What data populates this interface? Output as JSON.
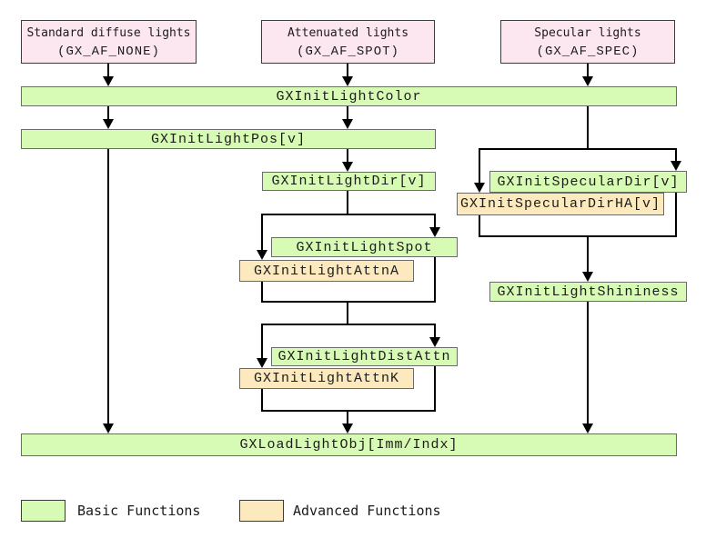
{
  "colors": {
    "basic_fill": "#d7fbb5",
    "advanced_fill": "#fce9bd",
    "source_fill": "#fce7f1",
    "line": "#000000",
    "node_border": "#6b6b6b",
    "source_border": "#3c3c3c",
    "text": "#1c1c1c"
  },
  "sources": [
    {
      "title": "Standard diffuse lights",
      "subtitle": "(GX_AF_NONE)"
    },
    {
      "title": "Attenuated lights",
      "subtitle": "(GX_AF_SPOT)"
    },
    {
      "title": "Specular lights",
      "subtitle": "(GX_AF_SPEC)"
    }
  ],
  "nodes": {
    "init_light_color": "GXInitLightColor",
    "init_light_pos": "GXInitLightPos[v]",
    "init_light_dir": "GXInitLightDir[v]",
    "init_specular_dir": "GXInitSpecularDir[v]",
    "init_specular_dir_ha": "GXInitSpecularDirHA[v]",
    "init_light_spot": "GXInitLightSpot",
    "init_light_attn_a": "GXInitLightAttnA",
    "init_light_shininess": "GXInitLightShininess",
    "init_light_dist_attn": "GXInitLightDistAttn",
    "init_light_attn_k": "GXInitLightAttnK",
    "load_light_obj": "GXLoadLightObj[Imm/Indx]"
  },
  "legend": [
    {
      "label": "Basic Functions",
      "type": "basic"
    },
    {
      "label": "Advanced Functions",
      "type": "advanced"
    }
  ]
}
